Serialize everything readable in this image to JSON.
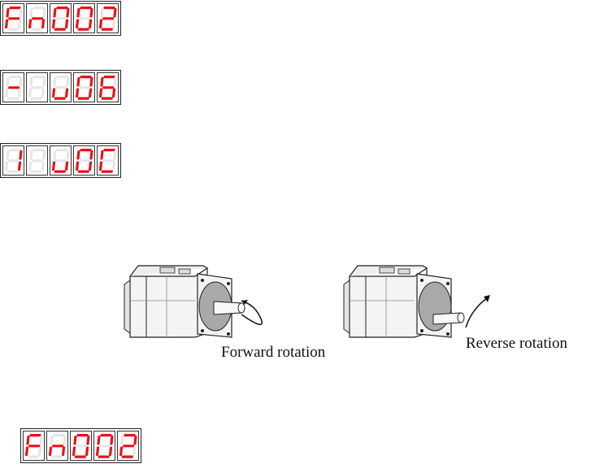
{
  "colors": {
    "segment_on": "#e8121a",
    "segment_off": "#e6e6e6",
    "digit_border": "#333333",
    "motor_body": "#f4f4f4",
    "motor_line": "#222222",
    "motor_flange": "#a9a9a9"
  },
  "displays": [
    {
      "id": "display-1",
      "digits": [
        "F",
        "n",
        "0",
        "0",
        "2"
      ]
    },
    {
      "id": "display-2",
      "digits": [
        "-",
        "",
        "u",
        "0",
        "6"
      ]
    },
    {
      "id": "display-3",
      "digits": [
        "1",
        "",
        "u",
        "0",
        "C"
      ]
    },
    {
      "id": "display-4",
      "digits": [
        "F",
        "n",
        "0",
        "0",
        "2"
      ]
    }
  ],
  "motors": {
    "forward_label": "Forward rotation",
    "reverse_label": "Reverse rotation"
  }
}
